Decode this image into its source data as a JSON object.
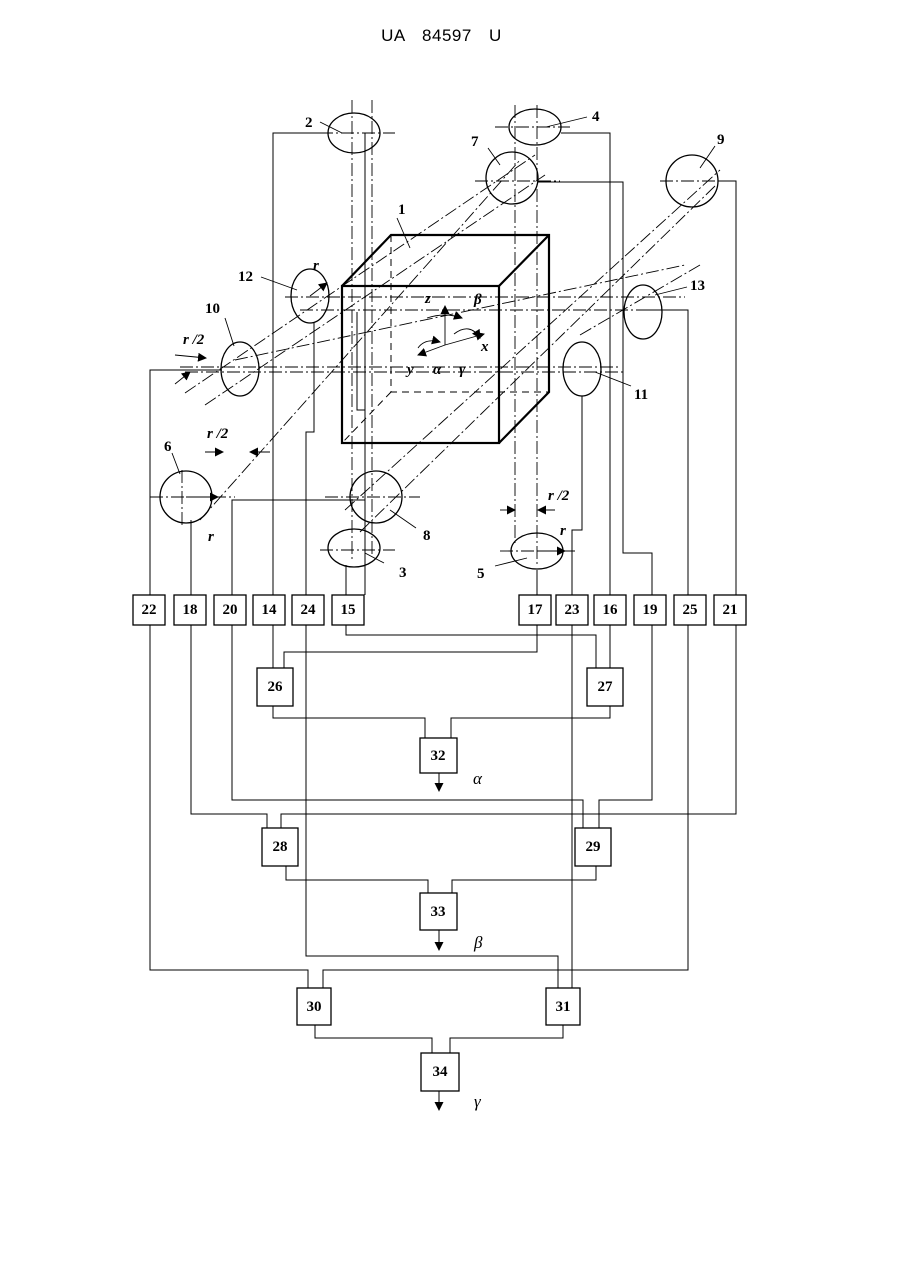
{
  "header": {
    "doc_number": "UA   84597   U"
  },
  "figure": {
    "cube_label": "1",
    "sensor_labels": [
      "2",
      "3",
      "4",
      "5",
      "6",
      "7",
      "8",
      "9",
      "10",
      "11",
      "12",
      "13"
    ],
    "boxes_row": [
      "22",
      "18",
      "20",
      "14",
      "24",
      "15",
      "17",
      "23",
      "16",
      "19",
      "25",
      "21"
    ],
    "mid_boxes": [
      "26",
      "27",
      "28",
      "29",
      "30",
      "31"
    ],
    "output_boxes": [
      "32",
      "33",
      "34"
    ],
    "outputs": {
      "alpha": "α",
      "beta": "β",
      "gamma": "γ"
    },
    "axis_labels": {
      "x": "x",
      "y": "y",
      "z": "z",
      "alpha": "α",
      "beta": "β",
      "gamma": "γ"
    },
    "dimension_labels": {
      "r": "r",
      "r_half": "r /2"
    }
  }
}
